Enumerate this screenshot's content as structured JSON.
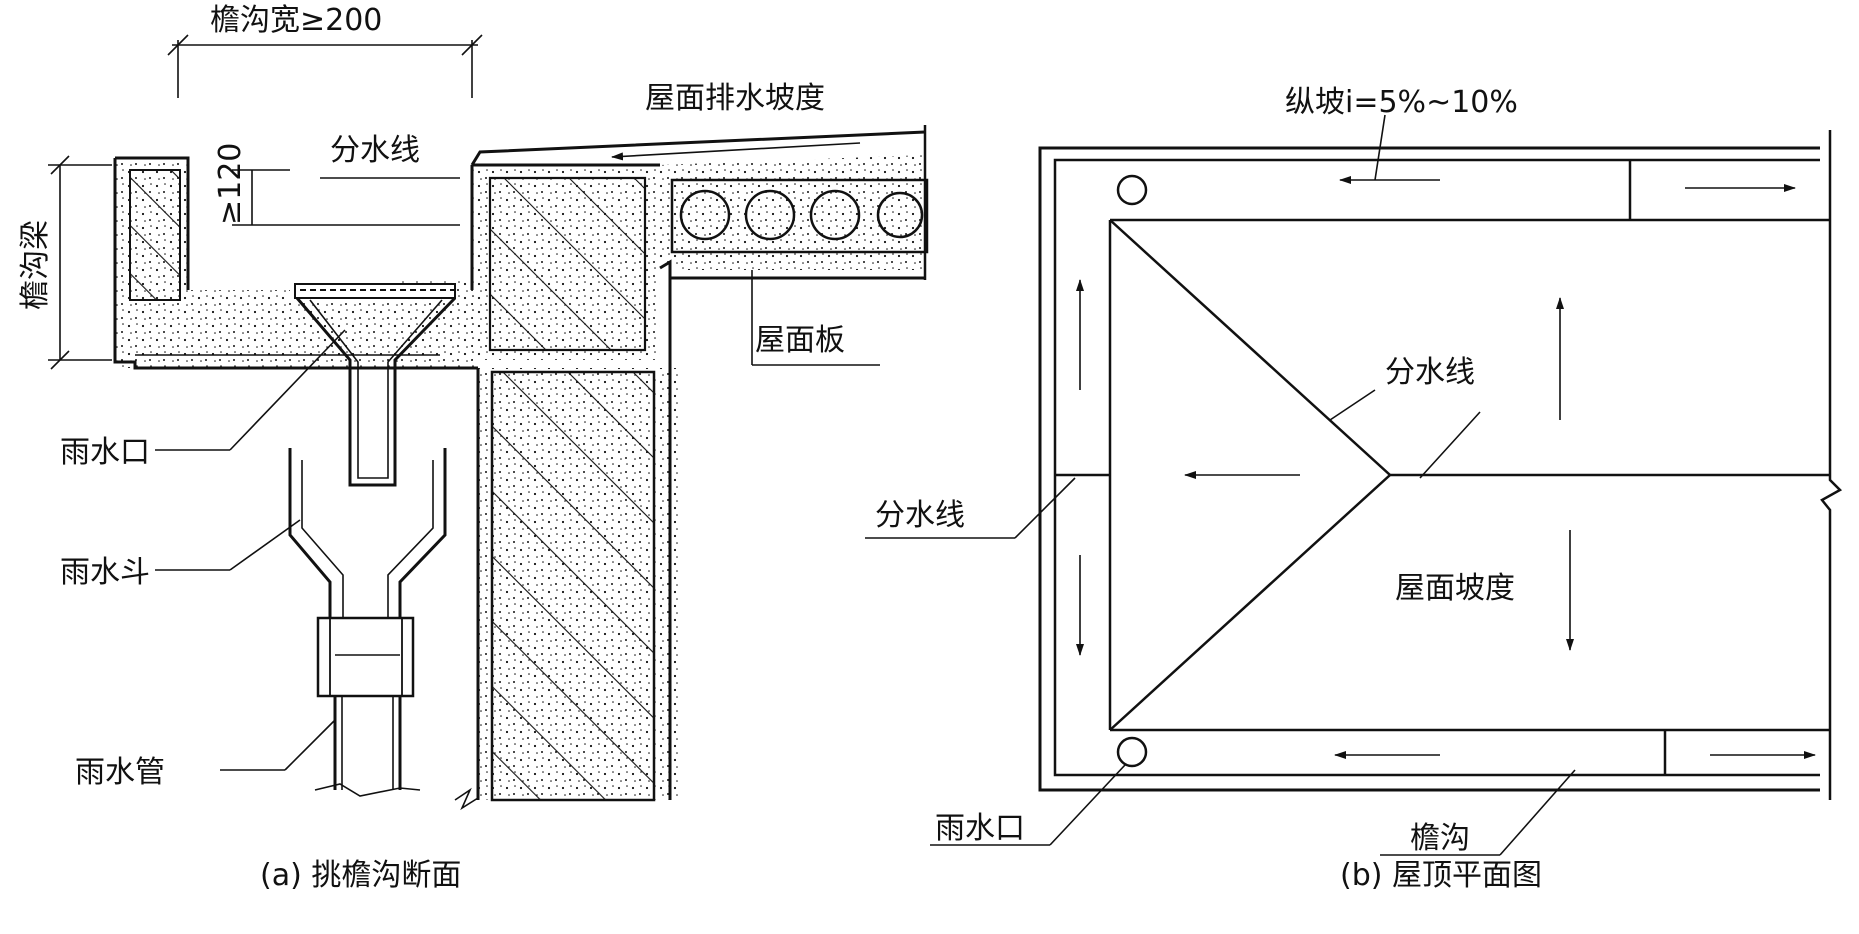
{
  "section": {
    "dim_width": "檐沟宽≥200",
    "dim_depth": "≥120",
    "roof_drain_slope": "屋面排水坡度",
    "divide_line": "分水线",
    "gutter_beam": "檐沟梁",
    "roof_slab": "屋面板",
    "rain_outlet": "雨水口",
    "rain_hopper": "雨水斗",
    "rain_pipe": "雨水管",
    "caption": "(a) 挑檐沟断面"
  },
  "plan": {
    "long_slope": "纵坡i=5%~10%",
    "divide_line_upper": "分水线",
    "divide_line_left": "分水线",
    "roof_slope": "屋面坡度",
    "rain_outlet": "雨水口",
    "gutter": "檐沟",
    "caption": "(b) 屋顶平面图"
  }
}
